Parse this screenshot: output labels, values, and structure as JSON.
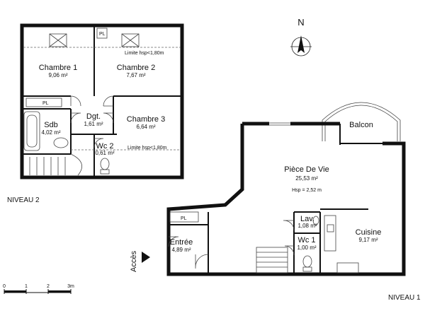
{
  "labels": {
    "niveau2": "NIVEAU 2",
    "niveau1": "NIVEAU 1",
    "north": "N",
    "acces": "Accès",
    "balcon": "Balcon",
    "limite1": "Limite hsp<1,80m",
    "limite2": "Limite hsp<1,80m",
    "pl1": "PL",
    "pl2": "PL",
    "pl3": "PL",
    "hsp": "Hsp = 2,52 m"
  },
  "rooms": {
    "chambre1": {
      "name": "Chambre 1",
      "area": "9,06 m²"
    },
    "chambre2": {
      "name": "Chambre 2",
      "area": "7,67 m²"
    },
    "chambre3": {
      "name": "Chambre 3",
      "area": "6,64 m²"
    },
    "dgt": {
      "name": "Dgt.",
      "area": "1,61 m²"
    },
    "sdb": {
      "name": "Sdb",
      "area": "4,02 m²"
    },
    "wc2": {
      "name": "Wc 2",
      "area": "0,61 m²"
    },
    "piece": {
      "name": "Pièce De Vie",
      "area": "25,53 m²"
    },
    "lav": {
      "name": "Lav.",
      "area": "1,08 m²"
    },
    "wc1": {
      "name": "Wc 1",
      "area": "1,00 m²"
    },
    "cuisine": {
      "name": "Cuisine",
      "area": "9,17 m²"
    },
    "entree": {
      "name": "Entrée",
      "area": "4,89 m²"
    }
  },
  "scale": {
    "ticks": [
      "0",
      "1",
      "2",
      "3m"
    ]
  }
}
